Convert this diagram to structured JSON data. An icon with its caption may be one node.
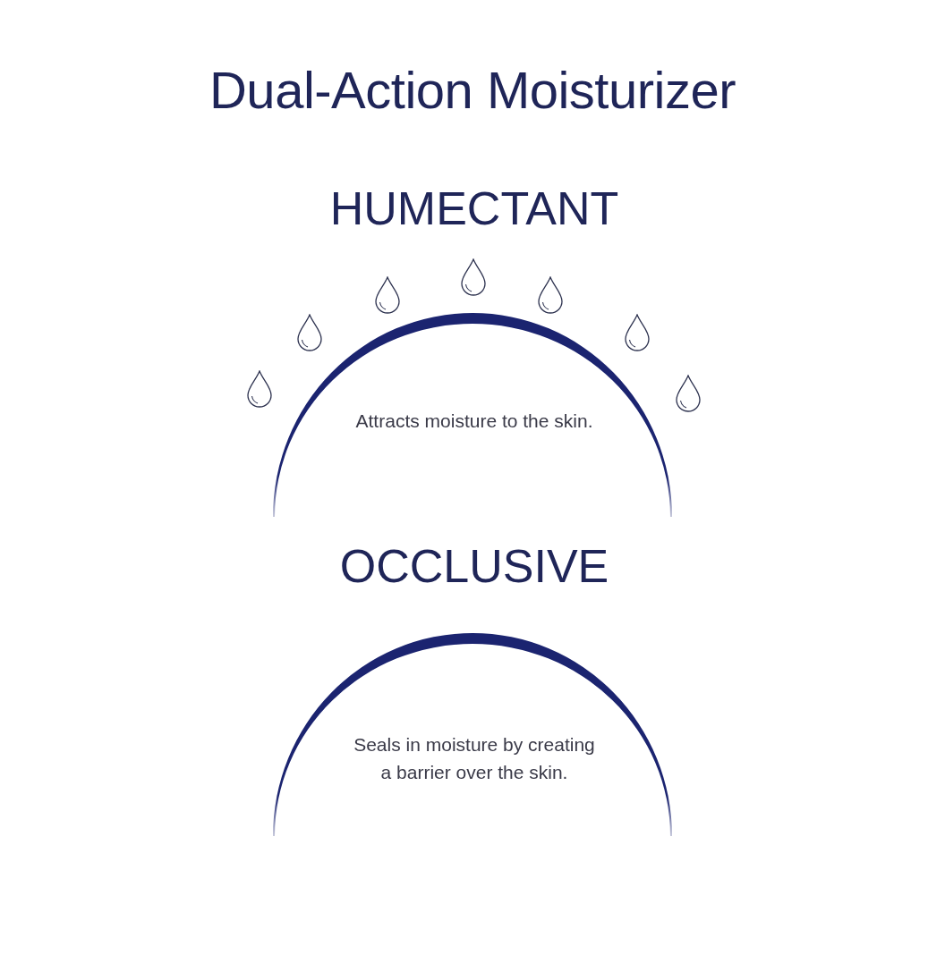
{
  "diagram": {
    "title": "Dual-Action Moisturizer",
    "nodes": [
      {
        "text": [
          "HUMECTANT",
          "Attracts moisture to the skin."
        ]
      },
      {
        "text": [
          "OCCLUSIVE",
          "Seals in moisture by creating a barrier over the skin."
        ]
      }
    ]
  }
}
